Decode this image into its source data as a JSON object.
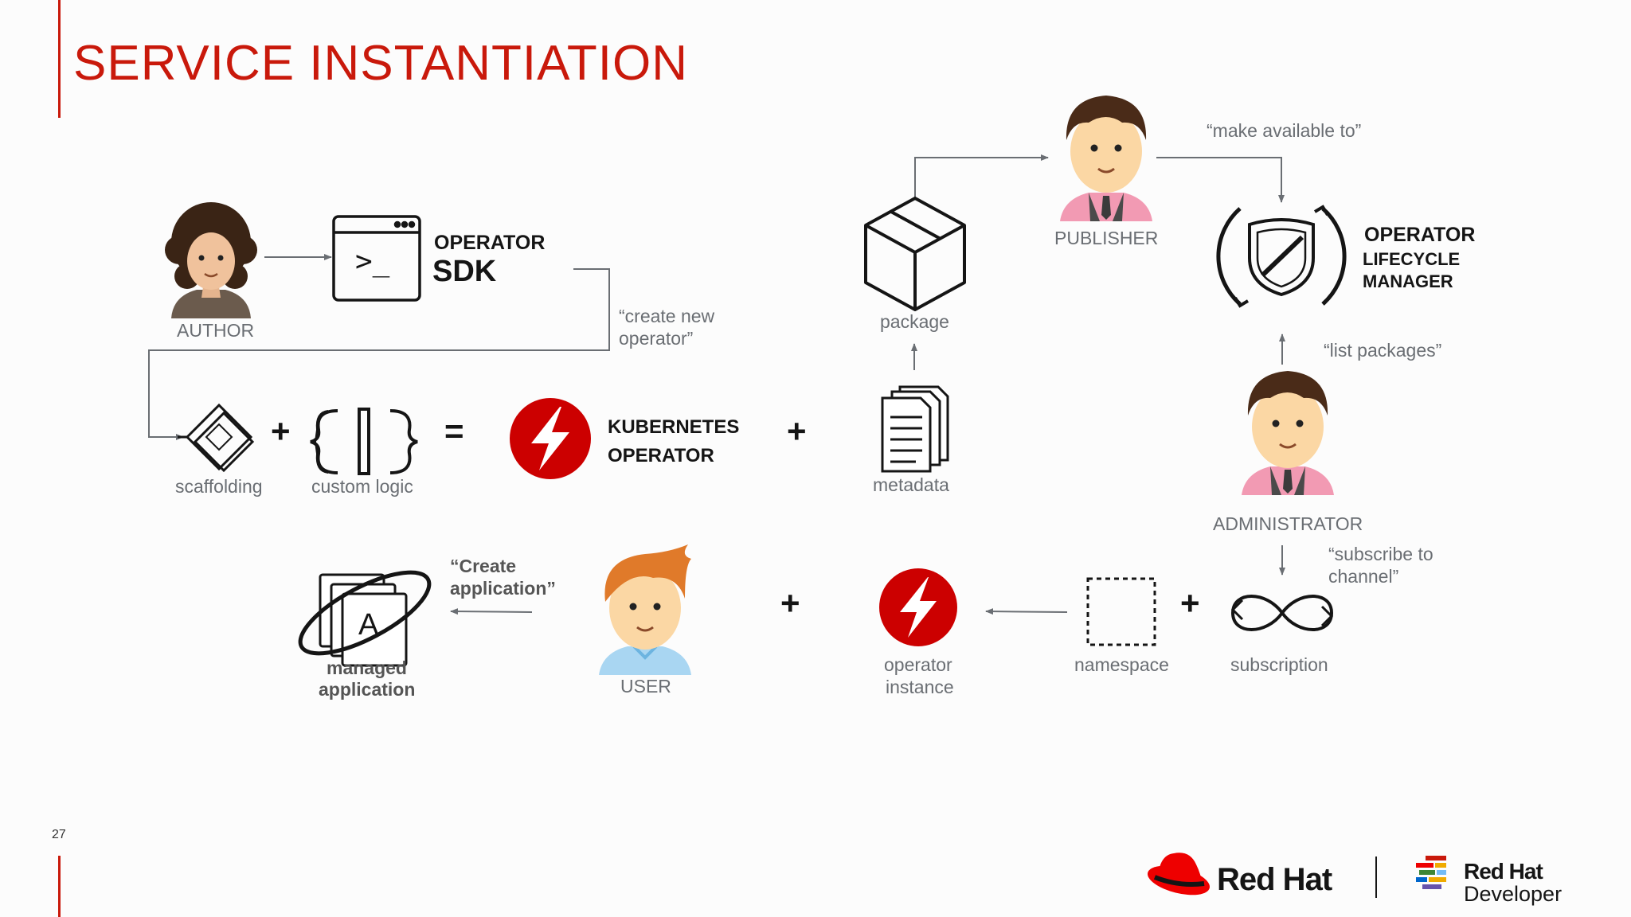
{
  "title": "SERVICE INSTANTIATION",
  "page_number": "27",
  "labels": {
    "author": "AUTHOR",
    "publisher": "PUBLISHER",
    "administrator": "ADMINISTRATOR",
    "user": "USER",
    "package": "package",
    "metadata": "metadata",
    "scaffolding": "scaffolding",
    "custom_logic": "custom logic",
    "namespace": "namespace",
    "subscription": "subscription",
    "operator_instance_1": "operator",
    "operator_instance_2": "instance",
    "managed_app_1": "managed",
    "managed_app_2": "application"
  },
  "sdk": {
    "line1": "OPERATOR",
    "line2": "SDK"
  },
  "olm": {
    "line1": "OPERATOR",
    "line2": "LIFECYCLE",
    "line3": "MANAGER"
  },
  "k8s_operator": {
    "line1": "KUBERNETES",
    "line2": "OPERATOR"
  },
  "quotes": {
    "create_new_1": "“create new",
    "create_new_2": "operator”",
    "make_available": "“make available to”",
    "list_packages": "“list packages”",
    "subscribe_1": "“subscribe to",
    "subscribe_2": "channel”",
    "create_app_1": "“Create",
    "create_app_2": "application”"
  },
  "symbols": {
    "plus": "+",
    "equals": "=",
    "terminal": ">_",
    "app_letter": "A"
  },
  "brand": {
    "redhat": "Red Hat",
    "developer_1": "Red Hat",
    "developer_2": "Developer"
  },
  "colors": {
    "accent": "#c9190b",
    "line": "#6a6e73"
  }
}
